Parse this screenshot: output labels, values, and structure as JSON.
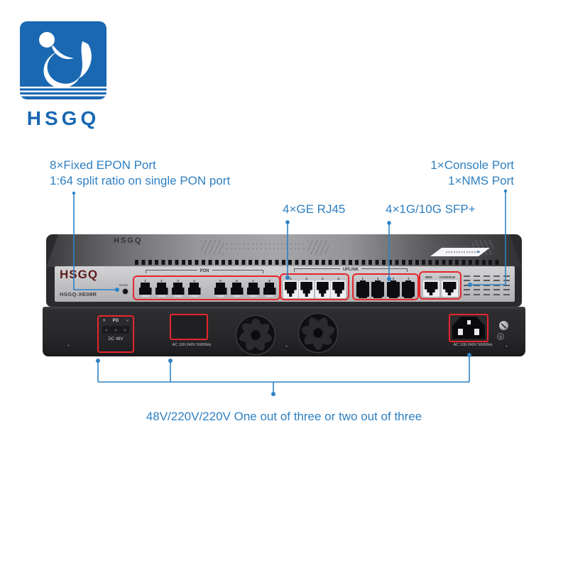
{
  "colors": {
    "accent_blue": "#2e7fc1",
    "line_blue": "#2e82c4",
    "highlight_red": "#e4262c",
    "logo_blue": "#1a68b2",
    "brand_maroon": "#5c1d1d"
  },
  "logo": {
    "text": "HSGQ"
  },
  "annotations": {
    "epon": {
      "line1": "8×Fixed EPON Port",
      "line2": "1:64 split ratio on single PON port"
    },
    "console": {
      "line1": "1×Console Port",
      "line2": "1×NMS Port"
    },
    "ge": "4×GE RJ45",
    "sfp": "4×1G/10G SFP+",
    "power": "48V/220V/220V One out of three or two out of three"
  },
  "front_panel": {
    "brand": "HSGQ",
    "model": "HSGQ-XE08R",
    "reset_label": "Reset",
    "pon_label": "PON",
    "uplink_label": "UPLINK",
    "nms_label": "NMS",
    "console_label": "CONSOLE",
    "pon_ports": [
      "1",
      "2",
      "3",
      "4",
      "5",
      "6",
      "7",
      "8"
    ],
    "uplink_ports": [
      "1",
      "2",
      "3",
      "4"
    ],
    "sfp_ports": [
      "1",
      "2",
      "3",
      "4"
    ]
  },
  "rear_panel": {
    "dc_plus": "+",
    "dc_pg": "PG",
    "dc_minus": "−",
    "dc_label": "DC 48V",
    "ac_slot_label": "AC 100-240V 50/60Hz",
    "ac_inlet_label": "AC 100-240V 50/60Hz"
  }
}
